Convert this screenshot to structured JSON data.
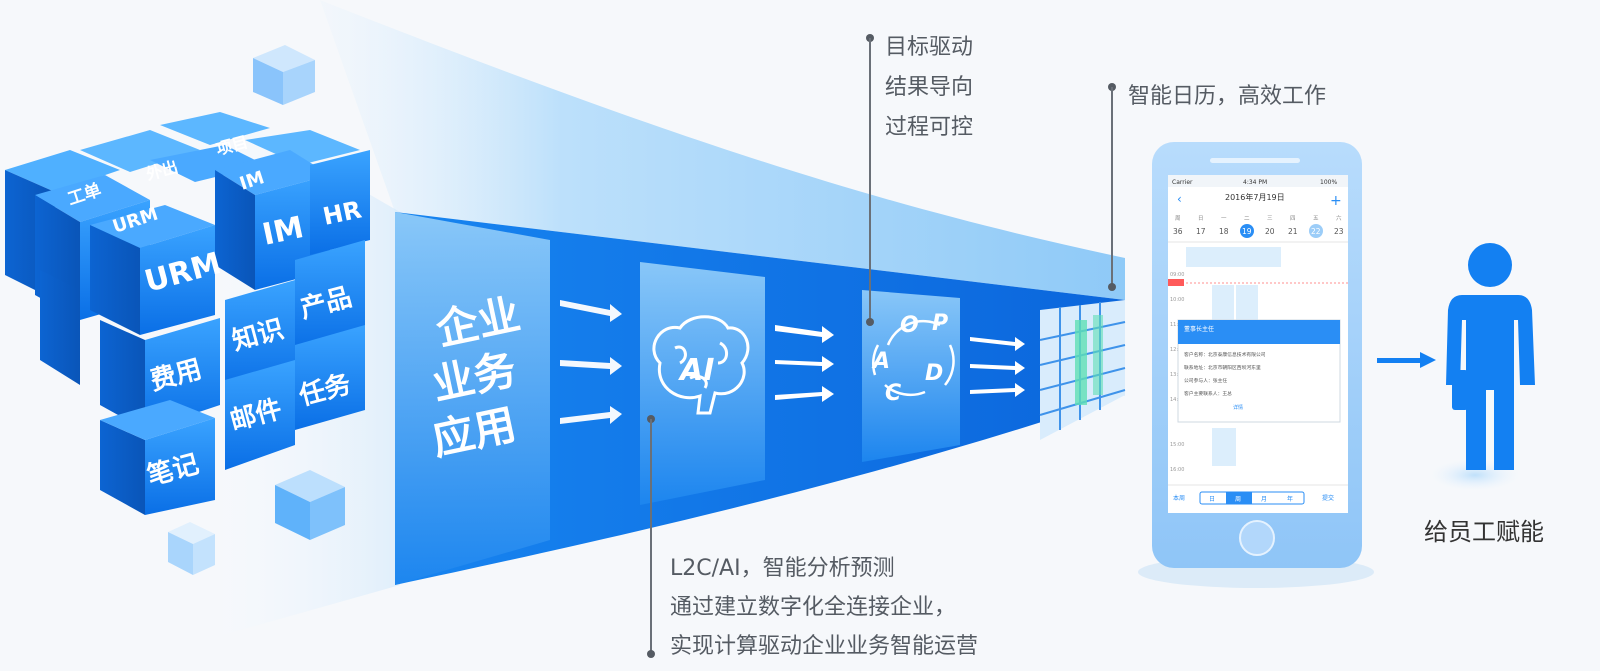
{
  "cube_labels": {
    "gongdan": "工单",
    "waichu": "外出",
    "xiangmu": "项目",
    "urm_small": "URM",
    "im_small": "IM",
    "hr": "HR",
    "urm": "URM",
    "im": "IM",
    "chanpin": "产品",
    "zhishi": "知识",
    "feiyong": "费用",
    "renwu": "任务",
    "youjian": "邮件",
    "biji": "笔记"
  },
  "panel_labels": {
    "enterprise_apps": [
      "企业",
      "业务",
      "应用"
    ],
    "ai": "AI",
    "oapcd": {
      "o": "O",
      "p": "P",
      "a": "A",
      "d": "D",
      "c": "C"
    }
  },
  "annotations": {
    "goal": [
      "目标驱动",
      "结果导向",
      "过程可控"
    ],
    "calendar": "智能日历，高效工作",
    "l2c": [
      "L2C/AI，智能分析预测",
      "通过建立数字化全连接企业，",
      "实现计算驱动企业业务智能运营"
    ]
  },
  "phone": {
    "status_carrier": "Carrier",
    "status_time": "4:34 PM",
    "status_battery": "100%",
    "date_title": "2016年7月19日",
    "week_days": [
      "周",
      "日",
      "一",
      "二",
      "三",
      "四",
      "五",
      "六"
    ],
    "week_dates": [
      "36",
      "17",
      "18",
      "19",
      "20",
      "21",
      "22",
      "23"
    ],
    "times": [
      "09:00",
      "10:00",
      "11:00",
      "12:00",
      "13:00",
      "14:00",
      "15:00",
      "16:00"
    ],
    "popup_title": "董事长主任",
    "popup_lines": [
      "客户名称：北京泰康信息技术有限公司",
      "联系地址：北京市朝阳区西坝河东里",
      "公司参与人：张主任",
      "客户主要联系人：王总"
    ],
    "popup_link": "详情",
    "bottom_left": "本周",
    "bottom_tabs": [
      "日",
      "周",
      "月",
      "年"
    ],
    "bottom_right": "提交"
  },
  "person_label": "给员工赋能",
  "colors": {
    "blue_dark": "#0a6fe0",
    "blue_mid": "#2a8ef5",
    "blue_light": "#9fd2fb",
    "text_gray": "#555b63"
  }
}
